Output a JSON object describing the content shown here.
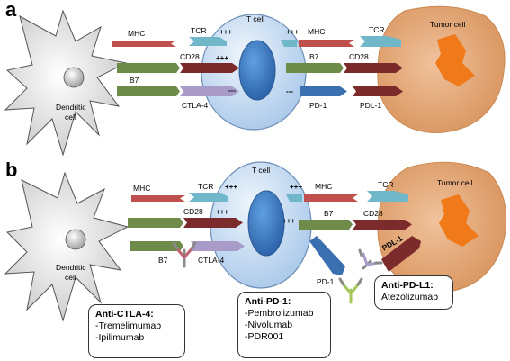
{
  "panels": [
    "a",
    "b"
  ],
  "a": {
    "dendritic_cell": "Dendritic cell",
    "t_cell": "T cell",
    "tumor_cell": "Tumor cell",
    "mhc_left": "MHC",
    "tcr_left": "TCR",
    "plus_tcr": "+++",
    "cd28": "CD28",
    "plus_cd28": "+++",
    "b7_left": "B7",
    "ctla4": "CTLA-4",
    "minus_ctla4": "---",
    "plus_mhc_right": "+++",
    "mhc_right": "MHC",
    "tcr_right": "TCR",
    "b7_right": "B7",
    "cd28_right": "CD28",
    "minus_pd1": "---",
    "pd1": "PD-1",
    "pdl1": "PDL-1"
  },
  "b": {
    "dendritic_cell": "Dendritic cell",
    "t_cell": "T cell",
    "tumor_cell": "Tumor cell",
    "mhc_left": "MHC",
    "tcr_left": "TCR",
    "plus_tcr": "+++",
    "cd28": "CD28",
    "plus_cd28": "+++",
    "b7_left": "B7",
    "ctla4": "CTLA-4",
    "plus_mhc_right": "+++",
    "mhc_right": "MHC",
    "tcr_right": "TCR",
    "plus_b7_right": "+++",
    "b7_right": "B7",
    "cd28_right": "CD28",
    "pd1": "PD-1",
    "pdl1": "PDL-1",
    "box_ctla4": {
      "title": "Anti-CTLA-4:",
      "items": [
        "-Tremelimumab",
        "-Ipilimumab"
      ]
    },
    "box_pd1": {
      "title": "Anti-PD-1:",
      "items": [
        "-Pembrolizumab",
        "-Nivolumab",
        "-PDR001"
      ]
    },
    "box_pdl1": {
      "title": "Anti-PD-L1:",
      "items": [
        "Atezolizumab"
      ]
    }
  },
  "colors": {
    "mhc": "#c0504d",
    "tcr": "#6fb7c9",
    "cd28": "#7b2b2b",
    "b7": "#6e8b4a",
    "ctla4": "#a99bc7",
    "pd1": "#3a6fb0",
    "t_cell_fill": "#cfe0f3",
    "nucleus": "#3f7fc9",
    "tumor": "#e6a876",
    "tumor_nucleus": "#f07a1a"
  },
  "icons": [
    "dendritic-cell-shape",
    "antibody-y-icon"
  ]
}
